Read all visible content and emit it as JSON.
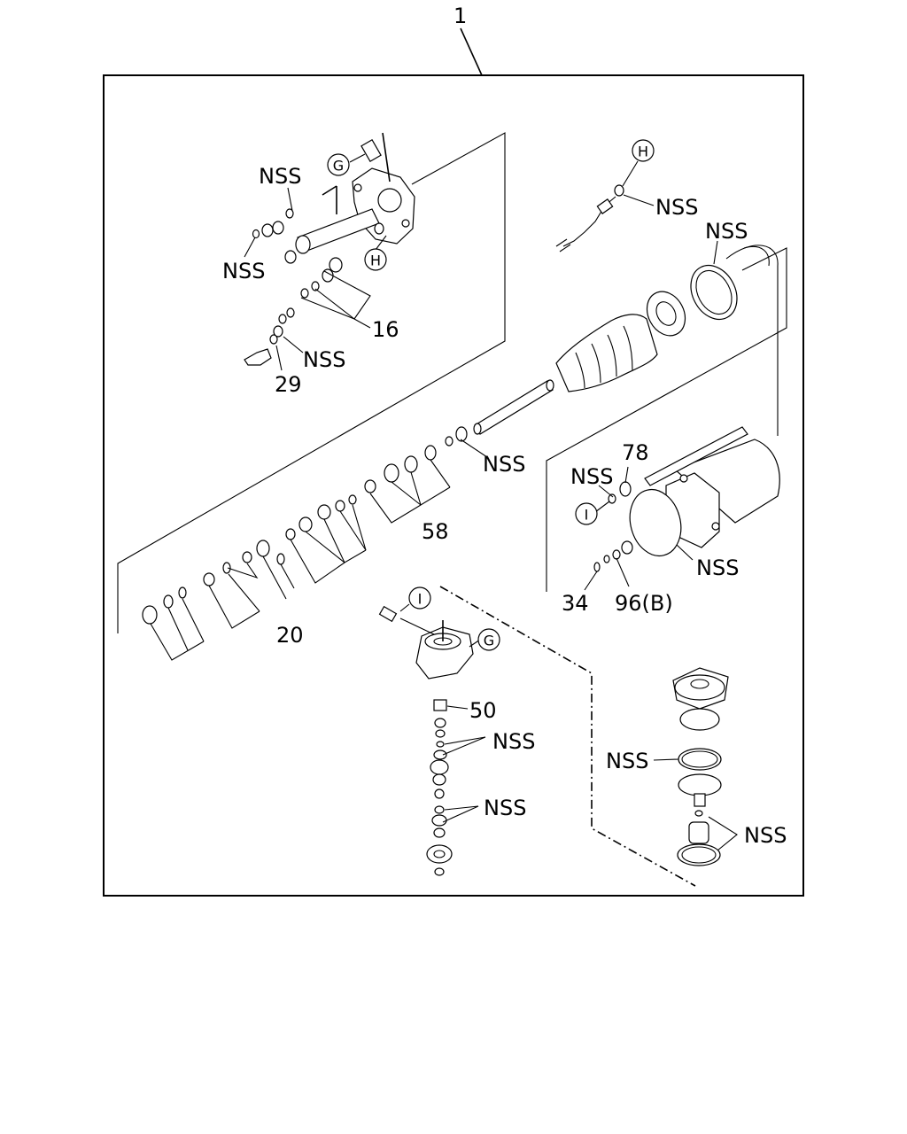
{
  "labels": {
    "assembly": "1",
    "nss": "NSS",
    "p16": "16",
    "p29": "29",
    "p20": "20",
    "p58": "58",
    "p78": "78",
    "p34": "34",
    "p96b": "96(B)",
    "p50": "50"
  },
  "callouts": {
    "g": "G",
    "h": "H",
    "i": "I"
  }
}
